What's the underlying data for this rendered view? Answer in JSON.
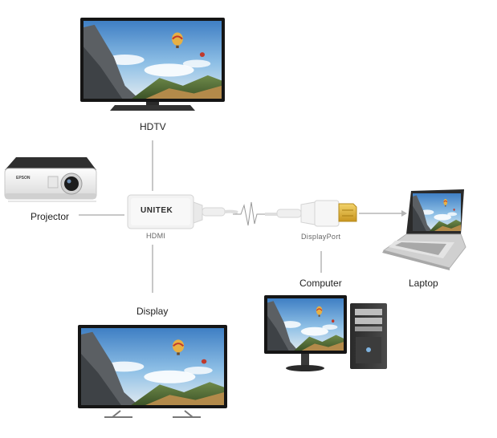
{
  "labels": {
    "hdtv": "HDTV",
    "projector": "Projector",
    "display": "Display",
    "computer": "Computer",
    "laptop": "Laptop",
    "hdmi": "HDMI",
    "displayport": "DisplayPort",
    "brand": "UNITEK",
    "projector_brand": "EPSON"
  },
  "colors": {
    "connector_line": "#b5b5b5",
    "adapter_body": "#f2f2f2",
    "dp_plug": "#e0b53a",
    "screen_frame": "#151515"
  },
  "icons": {
    "hdtv": "tv-icon",
    "display": "monitor-icon",
    "projector": "projector-icon",
    "computer": "desktop-computer-icon",
    "laptop": "laptop-icon",
    "adapter": "hdmi-adapter-icon"
  }
}
